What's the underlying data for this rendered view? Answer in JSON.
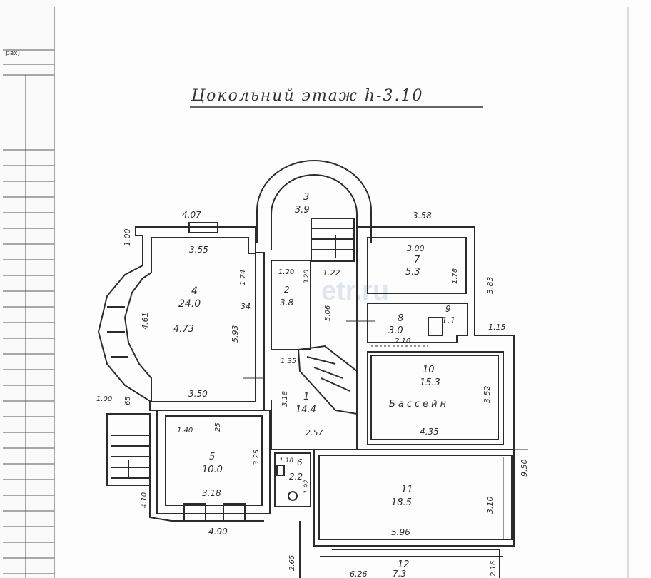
{
  "sheet": {
    "margin_label": "рах)"
  },
  "title": "Цокольний этаж h-3.10",
  "watermark": "etr.ru",
  "rooms": [
    {
      "number": "1",
      "area": "14.4"
    },
    {
      "number": "2",
      "area": "3.8"
    },
    {
      "number": "3",
      "area": "3.9"
    },
    {
      "number": "4",
      "area": "24.0"
    },
    {
      "number": "5",
      "area": "10.0"
    },
    {
      "number": "6",
      "area": "2.2"
    },
    {
      "number": "7",
      "area": "5.3"
    },
    {
      "number": "8",
      "area": "3.0"
    },
    {
      "number": "9",
      "area": "1.1"
    },
    {
      "number": "10",
      "area": "15.3",
      "name": "Бассейн"
    },
    {
      "number": "11",
      "area": "18.5"
    },
    {
      "number": "12",
      "area": "7.3"
    }
  ],
  "dimensions": {
    "room4_top_outer": "4.07",
    "room4_top_inner": "3.55",
    "room4_left_vertical": "1.00",
    "room4_bay": "4.61",
    "room4_width": "4.73",
    "room4_right": "5.93",
    "room4_wall_mark": "34",
    "room4_small": "1.74",
    "room4_bottom": "3.50",
    "room2_w1": "1.20",
    "room2_w2": "3.20",
    "room2_w3": "1.22",
    "room2_h": "5.06",
    "room7_top_outer": "3.58",
    "room7_w": "3.00",
    "room7_h": "1.78",
    "right_wall": "3.83",
    "corridor_w": "2.10",
    "right_step": "1.15",
    "room1_top": "1.35",
    "room1_h": "3.18",
    "room1_bottom": "2.57",
    "pool_h": "3.52",
    "pool_w": "4.35",
    "stair_left_w": "1.00",
    "stair_left_mark": "65",
    "room5_top": "1.40",
    "room5_mark": "25",
    "room5_h": "3.25",
    "room5_w": "3.18",
    "stair_h": "4.10",
    "room5_bottom_outer": "4.90",
    "room6_w": "1.18",
    "room6_h": "1.92",
    "total_right": "9.50",
    "room11_h": "3.10",
    "room11_w": "5.96",
    "bottom_h": "2.65",
    "room12_partial": "6.26",
    "room12_right": "2.16"
  }
}
